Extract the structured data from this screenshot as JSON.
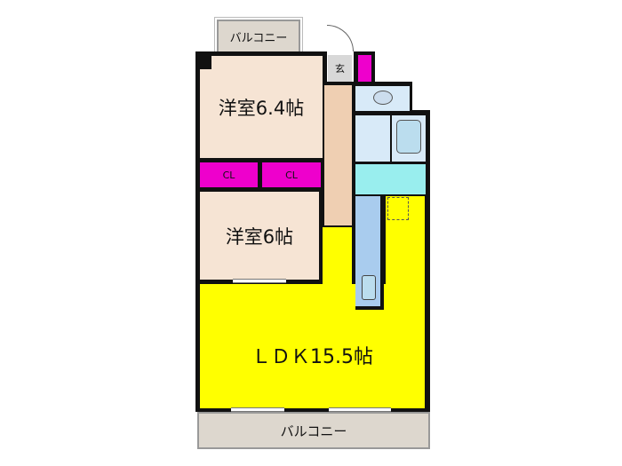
{
  "rooms": {
    "balcony_top": "バルコニー",
    "bedroom1": "洋室6.4帖",
    "closet1": "CL",
    "closet2": "CL",
    "bedroom2": "洋室6帖",
    "entrance": "玄",
    "ldk": "ＬＤＫ15.5帖",
    "balcony_bottom": "バルコニー"
  },
  "colors": {
    "bedroom": "#f6e4d4",
    "hallway": "#efcfb2",
    "closet": "#ee00cc",
    "ldk": "#ffff00",
    "wet_area": "#d8eaf8",
    "washroom": "#99eeee",
    "kitchen": "#a9ccee",
    "balcony": "#ddd7ce"
  }
}
